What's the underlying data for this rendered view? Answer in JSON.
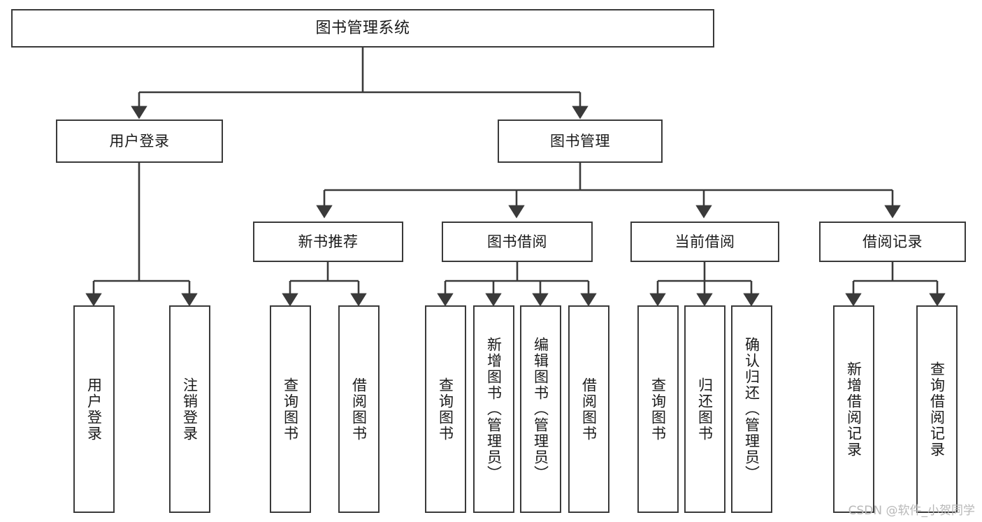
{
  "diagram": {
    "title": "图书管理系统",
    "type": "tree-hierarchy-chart",
    "watermark": "CSDN @软件_小贺同学",
    "colors": {
      "stroke": "#3a3a3a",
      "fill": "#ffffff",
      "text": "#1a1a1a",
      "watermark": "#b8b8b8"
    },
    "nodes": {
      "root": {
        "label": "图书管理系统"
      },
      "level2": [
        {
          "id": "user-login",
          "label": "用户登录"
        },
        {
          "id": "book-manage",
          "label": "图书管理"
        }
      ],
      "level3": [
        {
          "id": "new-book-recommend",
          "label": "新书推荐"
        },
        {
          "id": "book-borrow",
          "label": "图书借阅"
        },
        {
          "id": "current-borrow",
          "label": "当前借阅"
        },
        {
          "id": "borrow-record",
          "label": "借阅记录"
        }
      ],
      "leaves": {
        "user-login": [
          {
            "id": "leaf-user-login",
            "label": "用户登录"
          },
          {
            "id": "leaf-logout-login",
            "label": "注销登录"
          }
        ],
        "new-book-recommend": [
          {
            "id": "leaf-query-book-1",
            "label": "查询图书"
          },
          {
            "id": "leaf-borrow-book-1",
            "label": "借阅图书"
          }
        ],
        "book-borrow": [
          {
            "id": "leaf-query-book-2",
            "label": "查询图书"
          },
          {
            "id": "leaf-add-book",
            "label": "新增图书（管理员）"
          },
          {
            "id": "leaf-edit-book",
            "label": "编辑图书（管理员）"
          },
          {
            "id": "leaf-borrow-book-2",
            "label": "借阅图书"
          }
        ],
        "current-borrow": [
          {
            "id": "leaf-query-book-3",
            "label": "查询图书"
          },
          {
            "id": "leaf-return-book",
            "label": "归还图书"
          },
          {
            "id": "leaf-confirm-return",
            "label": "确认归还（管理员）"
          }
        ],
        "borrow-record": [
          {
            "id": "leaf-add-record",
            "label": "新增借阅记录"
          },
          {
            "id": "leaf-query-record",
            "label": "查询借阅记录"
          }
        ]
      }
    }
  }
}
